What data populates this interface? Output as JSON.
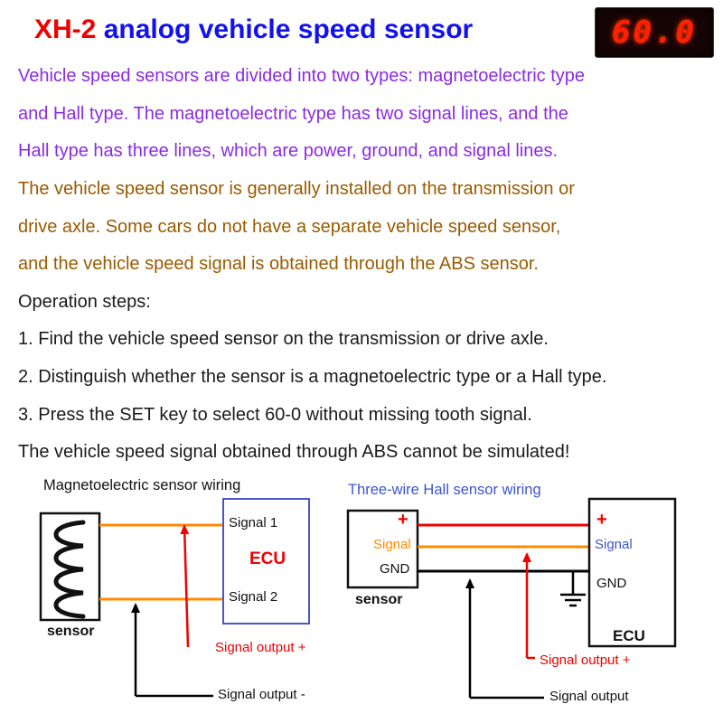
{
  "title": {
    "model": "XH-2",
    "rest": " analog vehicle speed sensor"
  },
  "led": {
    "value": "60.0"
  },
  "intro": {
    "purple": [
      "Vehicle speed sensors are divided into two types: magnetoelectric type",
      "and Hall type. The magnetoelectric type has two signal lines, and the",
      "Hall type has three lines, which are power, ground, and signal lines."
    ],
    "brown": [
      "The vehicle speed sensor is generally installed on the transmission or",
      "drive axle. Some cars do not have a separate vehicle speed sensor,",
      "and the vehicle speed signal is obtained through the ABS sensor."
    ]
  },
  "steps": {
    "heading": "Operation steps:",
    "items": [
      "1. Find the vehicle speed sensor on the transmission or drive axle.",
      "2. Distinguish whether the sensor is a magnetoelectric type or a Hall type.",
      "3. Press the SET key to select 60-0 without missing tooth signal."
    ],
    "warning": "The vehicle speed signal obtained through ABS cannot be simulated!"
  },
  "left_diagram": {
    "title": "Magnetoelectric sensor wiring",
    "sensor_label": "sensor",
    "ecu_label": "ECU",
    "signal1": "Signal 1",
    "signal2": "Signal 2",
    "output_plus": "Signal output +",
    "output_minus": "Signal output -"
  },
  "right_diagram": {
    "title": "Three-wire Hall sensor wiring",
    "sensor_label": "sensor",
    "ecu_label": "ECU",
    "sensor_plus": "+",
    "sensor_signal": "Signal",
    "sensor_gnd": "GND",
    "ecu_plus": "+",
    "ecu_signal": "Signal",
    "ecu_gnd": "GND",
    "output_plus": "Signal output +",
    "output": "Signal output"
  },
  "colors": {
    "title_red": "#ee0000",
    "title_blue": "#1212ee",
    "purple": "#8a2be2",
    "brown": "#9a5b00",
    "text": "#1a1a1a",
    "wire_orange": "#ff8a00",
    "wire_red": "#f00000",
    "wire_black": "#000000",
    "ecu_blue": "#4a55c4",
    "signal_blue": "#3c55cc",
    "led_red": "#ff2000",
    "led_bg": "#150404"
  }
}
